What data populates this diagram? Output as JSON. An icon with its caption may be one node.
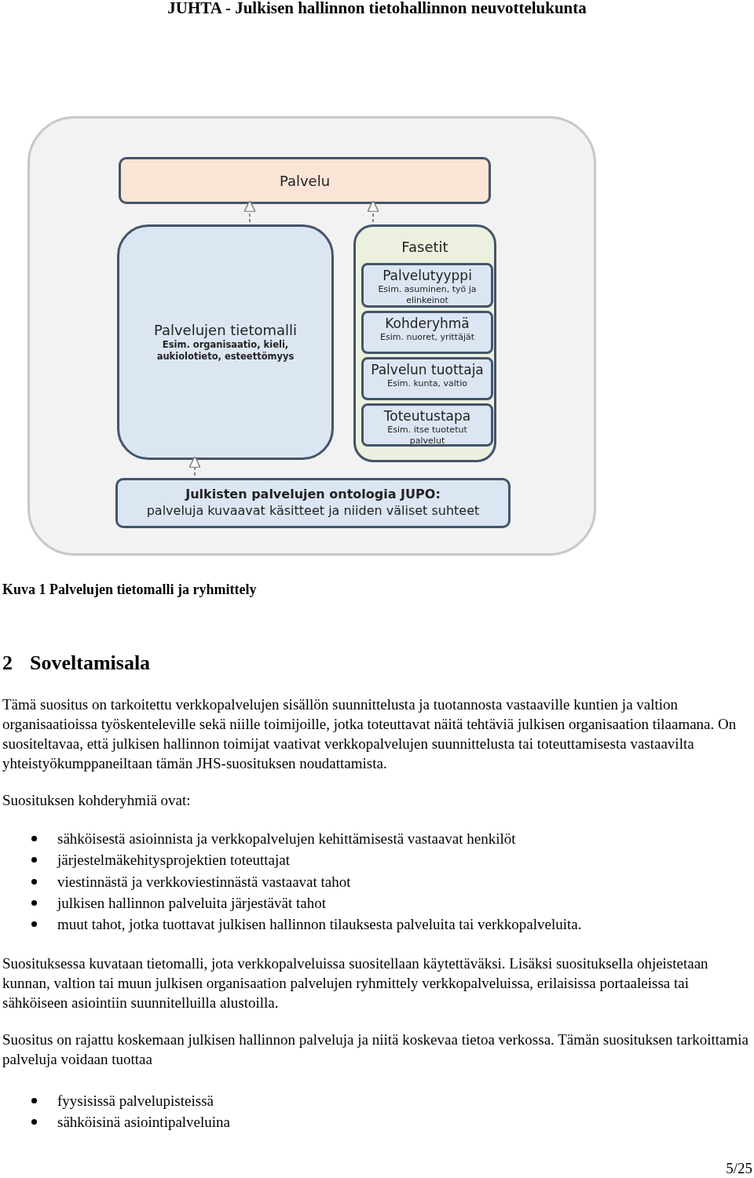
{
  "diagram": {
    "caption": "Kuva 1 Palvelujen tietomalli ja ryhmittely",
    "nodes": [
      {
        "text": [],
        "shape": "box"
      },
      {
        "text": [
          "Palvelu"
        ],
        "in": 0
      },
      {
        "text": [
          "Palvelujen tietomalli",
          "Esim. organisaatio, kieli, aukiolotieto, esteettömyys"
        ],
        "in": 0
      },
      {
        "text": [
          "Fasetit"
        ],
        "in": 0
      },
      {
        "text": [
          "Palvelutyyppi",
          "Esim. asuminen, työ ja elinkeinot"
        ],
        "in": 3
      },
      {
        "text": [
          "Kohderyhmä",
          "Esim. nuoret, yrittäjät"
        ],
        "in": 3
      },
      {
        "text": [
          "Palvelun tuottaja",
          "Esim. kunta, valtio"
        ],
        "in": 3
      },
      {
        "text": [
          "Toteutustapa",
          "Esim. itse tuotetut palvelut"
        ],
        "in": 3
      },
      {
        "text": [
          "Julkisten palvelujen ontologia JUPO:",
          "palveluja kuvaavat käsitteet ja niiden väliset suhteet"
        ],
        "in": 0
      }
    ],
    "edges": [
      {
        "from": 2,
        "to": 1,
        "arrow": "to",
        "style": "dashed"
      },
      {
        "from": 3,
        "to": 1,
        "arrow": "to",
        "style": "dashed"
      },
      {
        "from": 8,
        "to": 2,
        "arrow": "to",
        "style": "dashed"
      }
    ],
    "labels": [
      "JUHTA - Julkisen hallinnon tietohallinnon neuvottelukunta",
      "2",
      "Soveltamisala",
      "Tämä suositus on tarkoitettu verkkopalvelujen sisällön suunnittelusta ja tuotannosta vastaaville kuntien ja valtion organisaatioissa työskenteleville sekä niille toimijoille, jotka toteuttavat näitä tehtäviä julkisen organisaation tilaamana. On suositeltavaa, että julkisen hallinnon toimijat vaativat verkkopalvelujen suunnittelusta tai toteuttamisesta vastaavilta yhteistyökumppaneiltaan tämän JHS-suosituksen noudattamista.",
      "Suosituksen kohderyhmiä ovat:",
      "sähköisestä asioinnista ja verkkopalvelujen kehittämisestä vastaavat henkilöt",
      "järjestelmäkehitysprojektien toteuttajat",
      "viestinnästä ja verkkoviestinnästä vastaavat tahot",
      "julkisen hallinnon palveluita järjestävät tahot",
      "muut tahot, jotka tuottavat julkisen hallinnon tilauksesta palveluita tai verkkopalveluita.",
      "Suosituksessa kuvataan tietomalli, jota verkkopalveluissa suositellaan käytettäväksi. Lisäksi suosituksella ohjeistetaan kunnan, valtion tai muun julkisen organisaation palvelujen ryhmittely verkkopalveluissa, erilaisissa portaaleissa tai sähköiseen asiointiin suunnitelluilla alustoilla.",
      "Suositus on rajattu koskemaan julkisen hallinnon palveluja ja niitä koskevaa tietoa verkossa. Tämän suosituksen tarkoittamia palveluja voidaan tuottaa",
      "fyysisissä palvelupisteissä",
      "sähköisinä asiointipalveluina",
      "5/25"
    ]
  }
}
